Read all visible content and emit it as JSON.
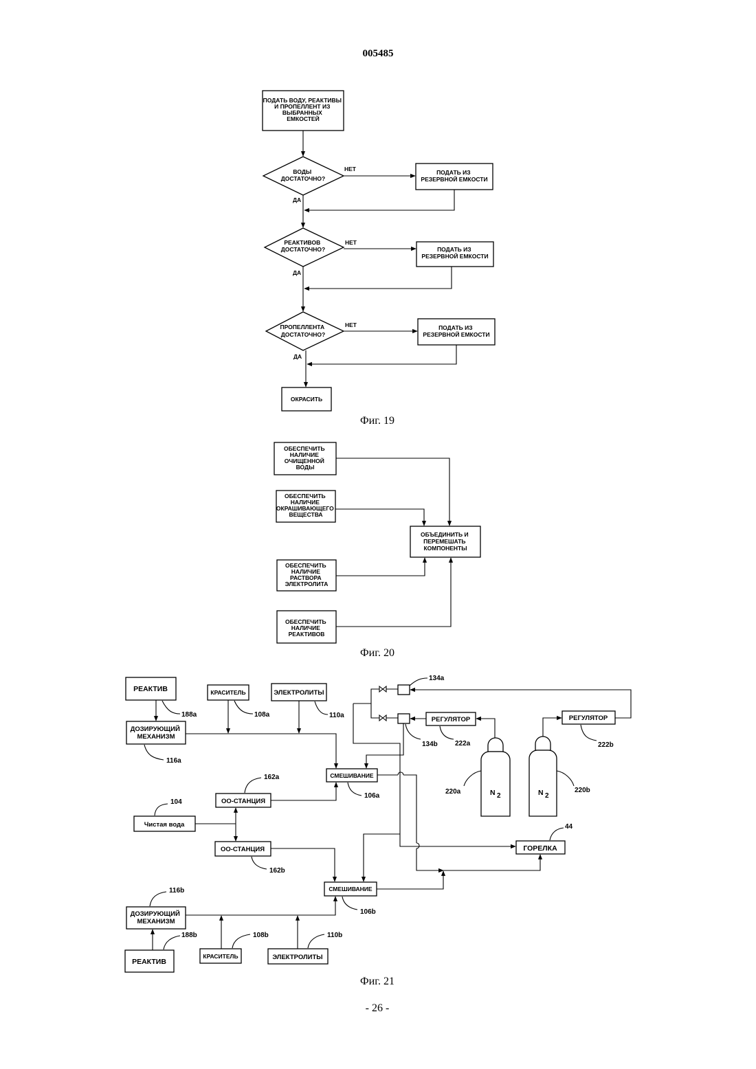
{
  "header": {
    "doc_number": "005485"
  },
  "fig19": {
    "caption": "Фиг. 19",
    "start": [
      "ПОДАТЬ ВОДУ, РЕАКТИВЫ",
      "И ПРОПЕЛЛЕНТ ИЗ",
      "ВЫБРАННЫХ",
      "ЕМКОСТЕЙ"
    ],
    "decision1": [
      "ВОДЫ",
      "ДОСТАТОЧНО?"
    ],
    "decision2": [
      "РЕАКТИВОВ",
      "ДОСТАТОЧНО?"
    ],
    "decision3": [
      "ПРОПЕЛЛЕНТА",
      "ДОСТАТОЧНО?"
    ],
    "reserve": [
      "ПОДАТЬ ИЗ",
      "РЕЗЕРВНОЙ ЕМКОСТИ"
    ],
    "yes": "ДА",
    "no": "НЕТ",
    "end": "ОКРАСИТЬ"
  },
  "fig20": {
    "caption": "Фиг. 20",
    "water": [
      "ОБЕСПЕЧИТЬ",
      "НАЛИЧИЕ",
      "ОЧИЩЕННОЙ",
      "ВОДЫ"
    ],
    "dye": [
      "ОБЕСПЕЧИТЬ",
      "НАЛИЧИЕ",
      "ОКРАШИВАЮЩЕГО",
      "ВЕЩЕСТВА"
    ],
    "electrolyte": [
      "ОБЕСПЕЧИТЬ",
      "НАЛИЧИЕ",
      "РАСТВОРА",
      "ЭЛЕКТРОЛИТА"
    ],
    "reagents": [
      "ОБЕСПЕЧИТЬ",
      "НАЛИЧИЕ",
      "РЕАКТИВОВ"
    ],
    "combine": [
      "ОБЪЕДИНИТЬ И",
      "ПЕРЕМЕШАТЬ",
      "КОМПОНЕНТЫ"
    ]
  },
  "fig21": {
    "caption": "Фиг. 21",
    "reagent": "РЕАКТИВ",
    "dye": "КРАСИТЕЛЬ",
    "electrolytes": "ЭЛЕКТРОЛИТЫ",
    "doser": [
      "ДОЗИРУЮЩИЙ",
      "МЕХАНИЗМ"
    ],
    "mixing": "СМЕШИВАНИЕ",
    "ro_station": "ОО-СТАНЦИЯ",
    "pure_water": "Чистая вода",
    "regulator": "РЕГУЛЯТОР",
    "n2_main": "N",
    "n2_sub": "2",
    "burner": "ГОРЕЛКА",
    "refs": {
      "r188a": "188a",
      "r108a": "108a",
      "r110a": "110a",
      "r116a": "116a",
      "r134a": "134a",
      "r134b": "134b",
      "r222a": "222a",
      "r222b": "222b",
      "r220a": "220a",
      "r220b": "220b",
      "r162a": "162a",
      "r162b": "162b",
      "r104": "104",
      "r106a": "106a",
      "r106b": "106b",
      "r44": "44",
      "r116b": "116b",
      "r188b": "188b",
      "r108b": "108b",
      "r110b": "110b"
    }
  },
  "footer": {
    "page_number": "- 26 -"
  }
}
